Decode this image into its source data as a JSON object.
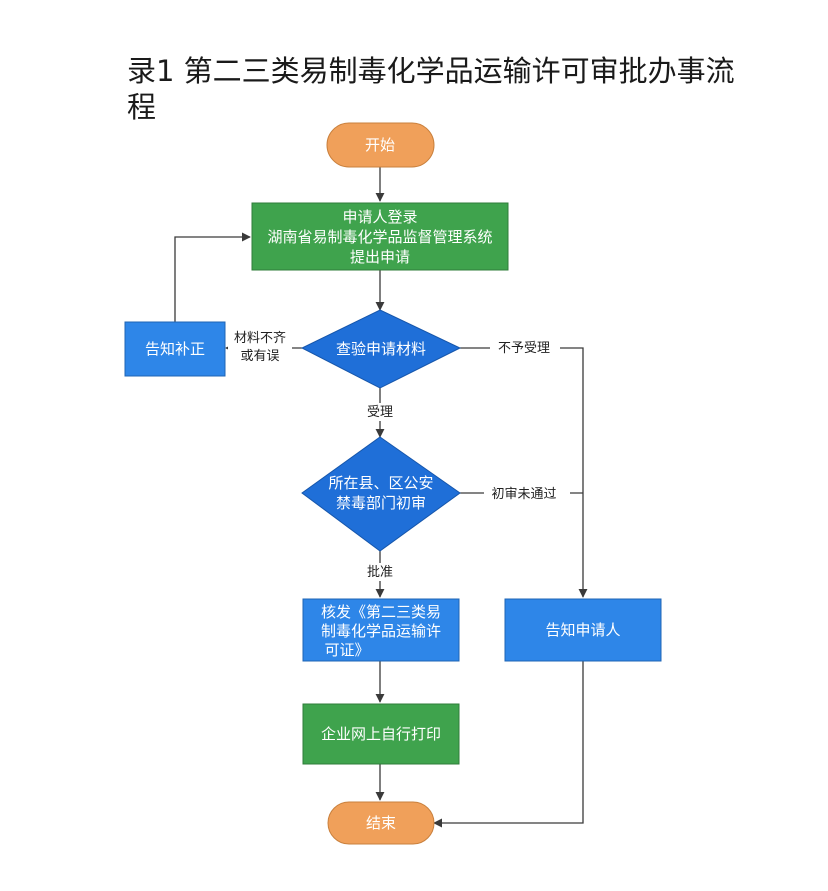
{
  "title": "录1  第二三类易制毒化学品运输许可审批办事流程",
  "colors": {
    "terminal": "#F0A05A",
    "process_green": "#3FA34D",
    "process_blue": "#2E86E8",
    "decision": "#1F6FD8",
    "line": "#3a3a3a"
  },
  "nodes": {
    "start": "开始",
    "apply": [
      "申请人登录",
      "湖南省易制毒化学品监督管理系统",
      "提出申请"
    ],
    "check": "查验申请材料",
    "supplement": "告知补正",
    "review": [
      "所在县、区公安",
      "禁毒部门初审"
    ],
    "issue": [
      "核发《第二三类易",
      "制毒化学品运输许",
      "可证》"
    ],
    "notify": "告知申请人",
    "print": "企业网上自行打印",
    "end": "结束"
  },
  "edges": {
    "incomplete": [
      "材料不齐",
      "或有误"
    ],
    "reject": "不予受理",
    "accept": "受理",
    "review_fail": "初审未通过",
    "approve": "批准"
  }
}
